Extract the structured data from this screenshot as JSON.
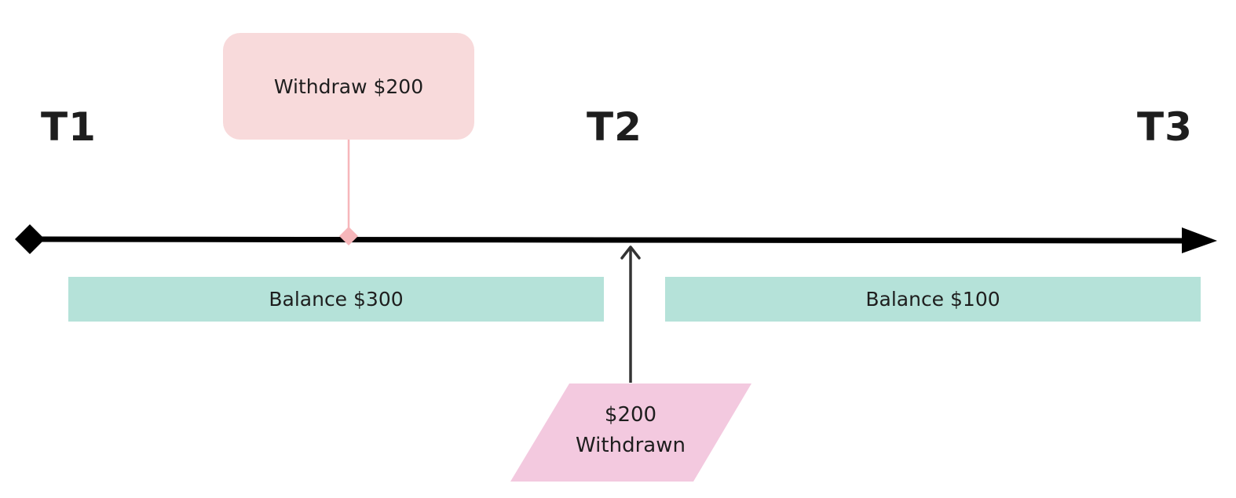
{
  "timeline": {
    "markers": [
      {
        "label": "T1"
      },
      {
        "label": "T2"
      },
      {
        "label": "T3"
      }
    ]
  },
  "event": {
    "label": "Withdraw $200"
  },
  "balances": [
    {
      "label": "Balance $300"
    },
    {
      "label": "Balance $100"
    }
  ],
  "result": {
    "line1": "$200",
    "line2": "Withdrawn"
  },
  "colors": {
    "timeline": "#000000",
    "event_box": "#f8dadb",
    "event_connector": "#f6b6ba",
    "balance_bar": "#b5e2d9",
    "result_shape": "#f3c9df",
    "arrow": "#333333",
    "text": "#1e1e1e"
  }
}
